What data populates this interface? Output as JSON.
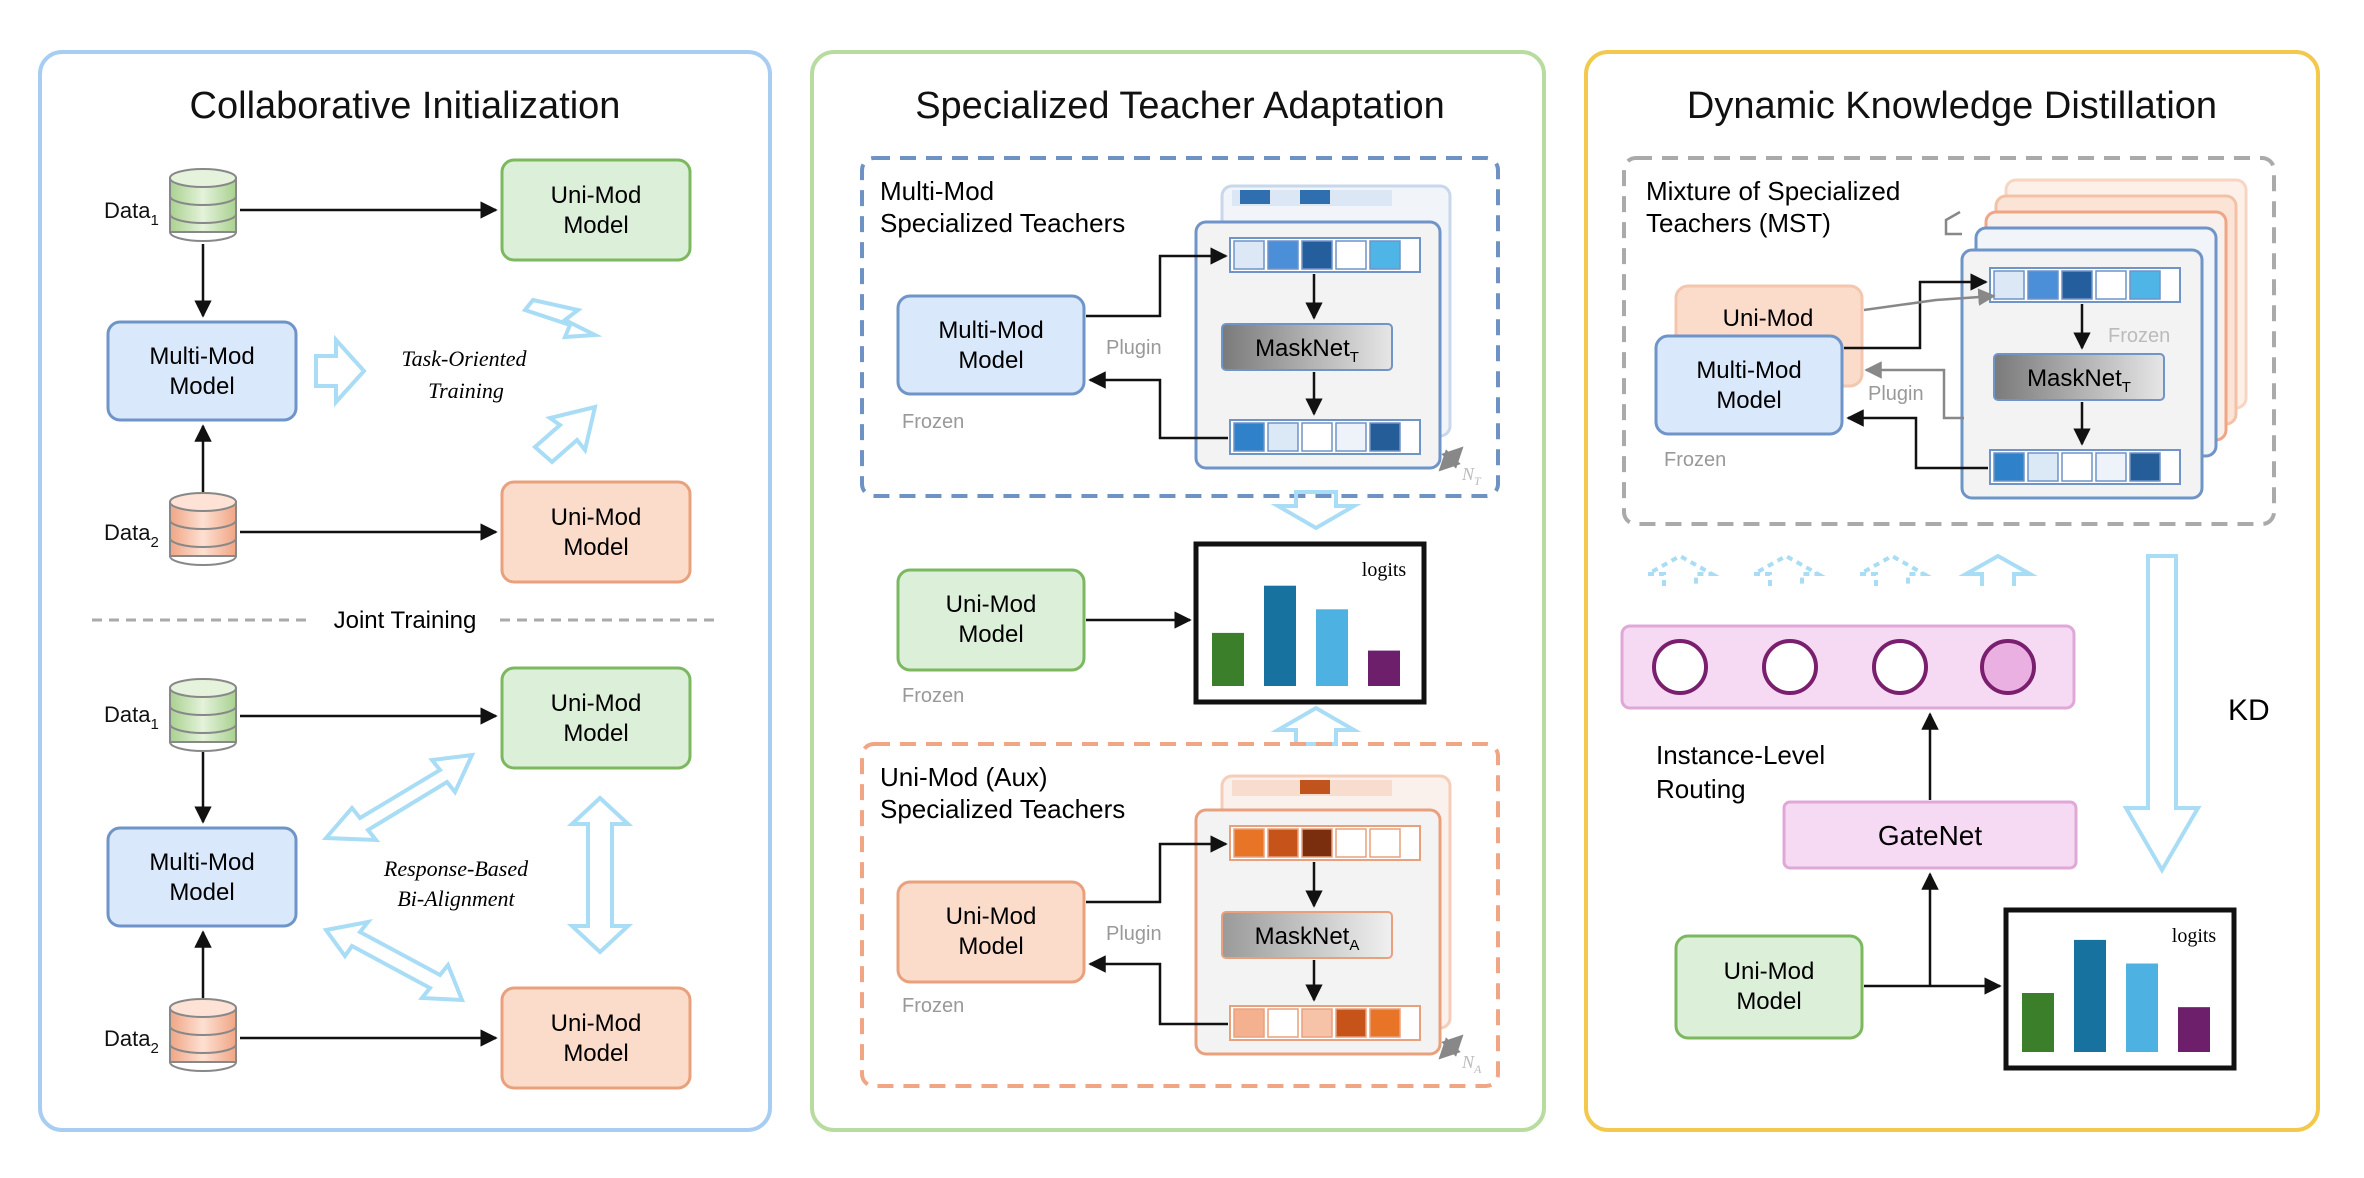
{
  "panel1": {
    "title": "Collaborative Initialization",
    "data1": "Data",
    "data1_sub": "1",
    "data2": "Data",
    "data2_sub": "2",
    "multi_mod_line1": "Multi-Mod",
    "multi_mod_line2": "Model",
    "uni_mod_line1": "Uni-Mod",
    "uni_mod_line2": "Model",
    "task_oriented_line1": "Task-Oriented",
    "task_oriented_line2": "Training",
    "joint_training": "Joint Training",
    "response_based_line1": "Response-Based",
    "response_based_line2": "Bi-Alignment"
  },
  "panel2": {
    "title": "Specialized Teacher Adaptation",
    "mm_group_line1": "Multi-Mod",
    "mm_group_line2": "Specialized Teachers",
    "aux_group_line1": "Uni-Mod (Aux)",
    "aux_group_line2": "Specialized Teachers",
    "multi_mod_line1": "Multi-Mod",
    "multi_mod_line2": "Model",
    "uni_mod_line1": "Uni-Mod",
    "uni_mod_line2": "Model",
    "frozen": "Frozen",
    "plugin": "Plugin",
    "masknet": "MaskNet",
    "masknet_t_sub": "T",
    "masknet_a_sub": "A",
    "nt": "N",
    "nt_sub": "T",
    "na": "N",
    "na_sub": "A",
    "logits": "logits"
  },
  "panel3": {
    "title": "Dynamic Knowledge Distillation",
    "mst_line1": "Mixture of Specialized",
    "mst_line2": "Teachers (MST)",
    "uni_mod_top": "Uni-Mod",
    "multi_mod_line1": "Multi-Mod",
    "multi_mod_line2": "Model",
    "frozen": "Frozen",
    "plugin": "Plugin",
    "frozen_right": "Frozen",
    "masknet": "MaskNet",
    "masknet_sub": "T",
    "routing_line1": "Instance-Level",
    "routing_line2": "Routing",
    "gatenet": "GateNet",
    "kd": "KD",
    "uni_mod_line1": "Uni-Mod",
    "uni_mod_line2": "Model",
    "logits": "logits"
  },
  "colors": {
    "blue_border": "#a7cdf2",
    "green_border": "#b8dca0",
    "gold_border": "#f2c94c",
    "green_box": "#dcefd9",
    "orange_box": "#fbdcca",
    "blue_box": "#dae8fb",
    "pink_box": "#f6d9f2",
    "arrow_light": "#a9dcf5"
  },
  "chart_data": [
    {
      "type": "bar",
      "title": "logits",
      "values": [
        0.45,
        0.85,
        0.65,
        0.3
      ],
      "colors": [
        "#3b7f2a",
        "#1772a0",
        "#4db1e2",
        "#6d1f6b"
      ],
      "ylim": [
        0,
        1
      ]
    },
    {
      "type": "bar",
      "title": "logits",
      "values": [
        0.5,
        0.95,
        0.75,
        0.38
      ],
      "colors": [
        "#3b7f2a",
        "#1772a0",
        "#4db1e2",
        "#6d1f6b"
      ],
      "ylim": [
        0,
        1
      ]
    }
  ]
}
